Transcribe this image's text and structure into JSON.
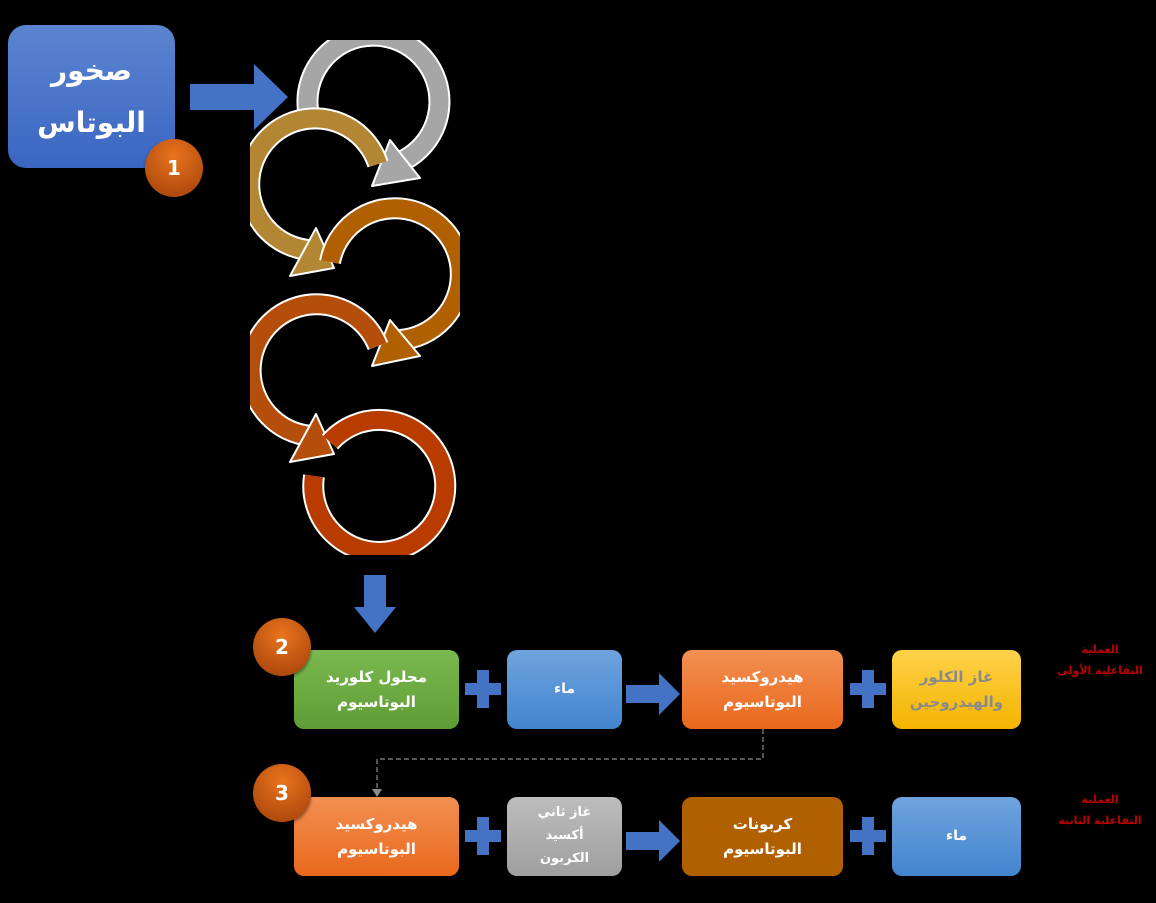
{
  "start": {
    "title_line1": "صخور",
    "title_line2": "البوتاس",
    "badge": "1"
  },
  "cycle": {
    "segments": 5,
    "colors": [
      "#a6a6a6",
      "#b38633",
      "#b06000",
      "#b54e0a",
      "#b83c00"
    ]
  },
  "reaction1": {
    "badge": "2",
    "reactant1": {
      "line1": "محلول كلوريد",
      "line2": "البوتاسيوم"
    },
    "operator1": "plus",
    "reactant2": {
      "line1": "ماء"
    },
    "arrow": "yields",
    "product1": {
      "line1": "هيدروكسيد",
      "line2": "البوتاسيوم"
    },
    "operator2": "plus",
    "product2": {
      "line1": "غاز الكلور",
      "line2": "والهيدروجين"
    },
    "caption_line1": "العملية",
    "caption_line2": "التفاعلية الأولى"
  },
  "reaction2": {
    "badge": "3",
    "reactant1": {
      "line1": "هيدروكسيد",
      "line2": "البوتاسيوم"
    },
    "operator1": "plus",
    "reactant2": {
      "line1": "غاز ثاني",
      "line2": "أكسيد",
      "line3": "الكربون"
    },
    "arrow": "yields",
    "product1": {
      "line1": "كربونات",
      "line2": "البوتاسيوم"
    },
    "operator2": "plus",
    "product2": {
      "line1": "ماء"
    },
    "caption_line1": "العملية",
    "caption_line2": "التفاعلية الثانية"
  },
  "colors": {
    "arrow_blue": "#4472c4",
    "caption_red": "#c00000"
  }
}
